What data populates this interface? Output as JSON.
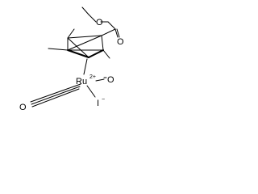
{
  "molecule": {
    "atoms": {
      "metal": "Ru",
      "metal_charge": "2+",
      "carbonyl_o_right": "O",
      "carbonyl_o_left": "O",
      "carboxyl_o_top": "O",
      "carboxyl_o_ester": "O",
      "iodide": "I",
      "iodide_charge": "−"
    }
  }
}
